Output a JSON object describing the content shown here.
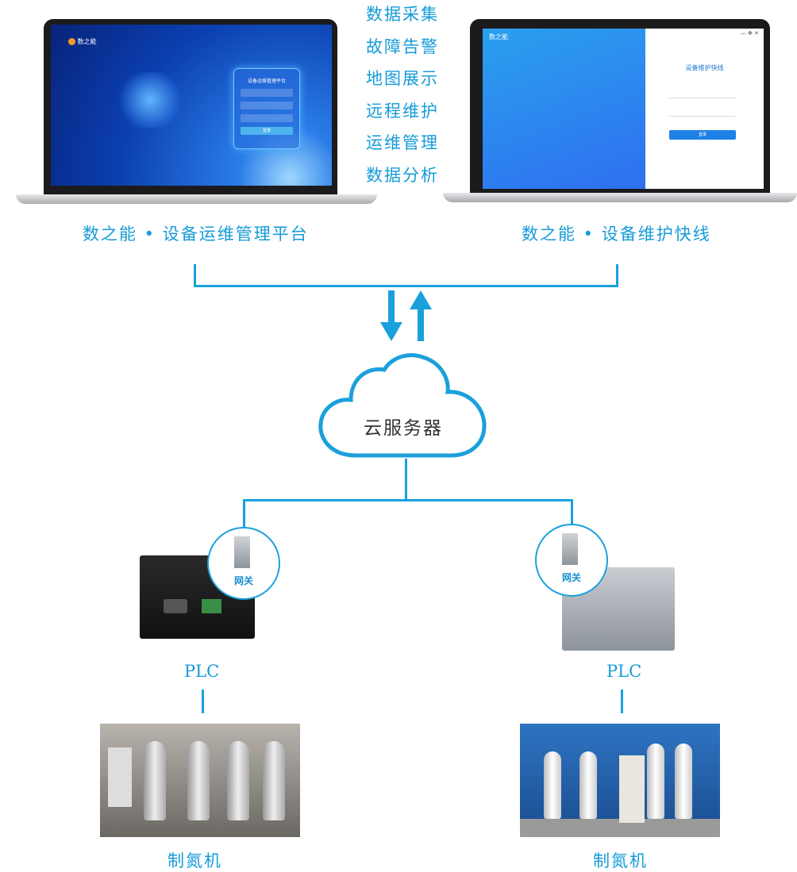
{
  "features": [
    "数据采集",
    "故障告警",
    "地图展示",
    "远程维护",
    "运维管理",
    "数据分析"
  ],
  "left_laptop": {
    "logo": "数之能",
    "title": "设备运维管理平台",
    "login": "登录",
    "caption": "数之能 • 设备运维管理平台"
  },
  "right_laptop": {
    "logo": "数之能",
    "title": "设备维护快线",
    "login": "登录",
    "caption": "数之能 • 设备维护快线"
  },
  "cloud": {
    "label": "云服务器"
  },
  "gateways": [
    {
      "label": "网关"
    },
    {
      "label": "网关"
    }
  ],
  "plc": [
    {
      "label": "PLC"
    },
    {
      "label": "PLC"
    }
  ],
  "machines": [
    {
      "label": "制氮机"
    },
    {
      "label": "制氮机"
    }
  ],
  "colors": {
    "accent": "#159bd8",
    "line": "#1aa0dc"
  }
}
